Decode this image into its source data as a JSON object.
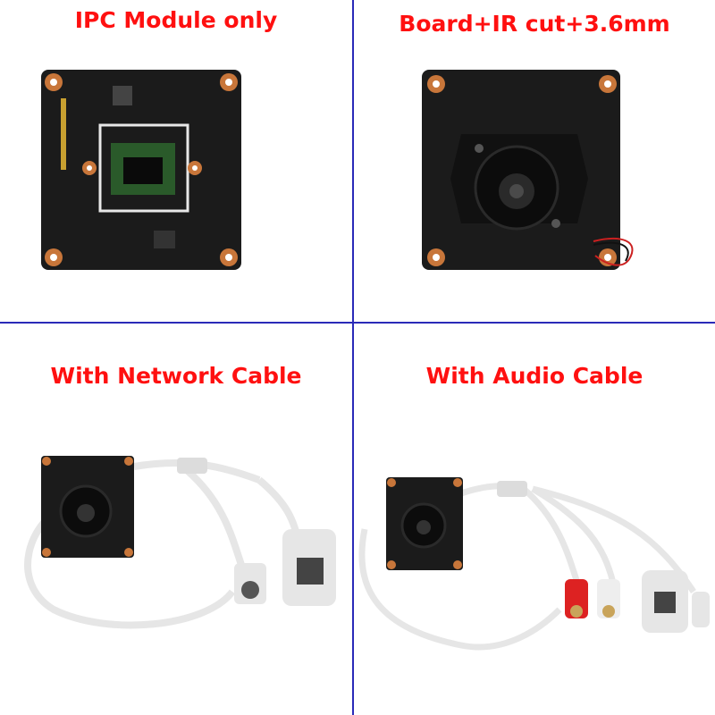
{
  "panels": [
    {
      "caption": "IPC Module only",
      "image": "camera-board-pcb-only"
    },
    {
      "caption": "Board+IR cut+3.6mm",
      "image": "camera-board-with-ir-cut-lens"
    },
    {
      "caption": "With Network Cable",
      "image": "camera-board-with-network-cable"
    },
    {
      "caption": "With Audio Cable",
      "image": "camera-board-with-audio-cable"
    }
  ],
  "colors": {
    "caption": "#ff1010",
    "divider": "#2a2ab8",
    "pcb": "#1b1b1b",
    "copper": "#c8763a",
    "cable": "#e6e6e6"
  }
}
